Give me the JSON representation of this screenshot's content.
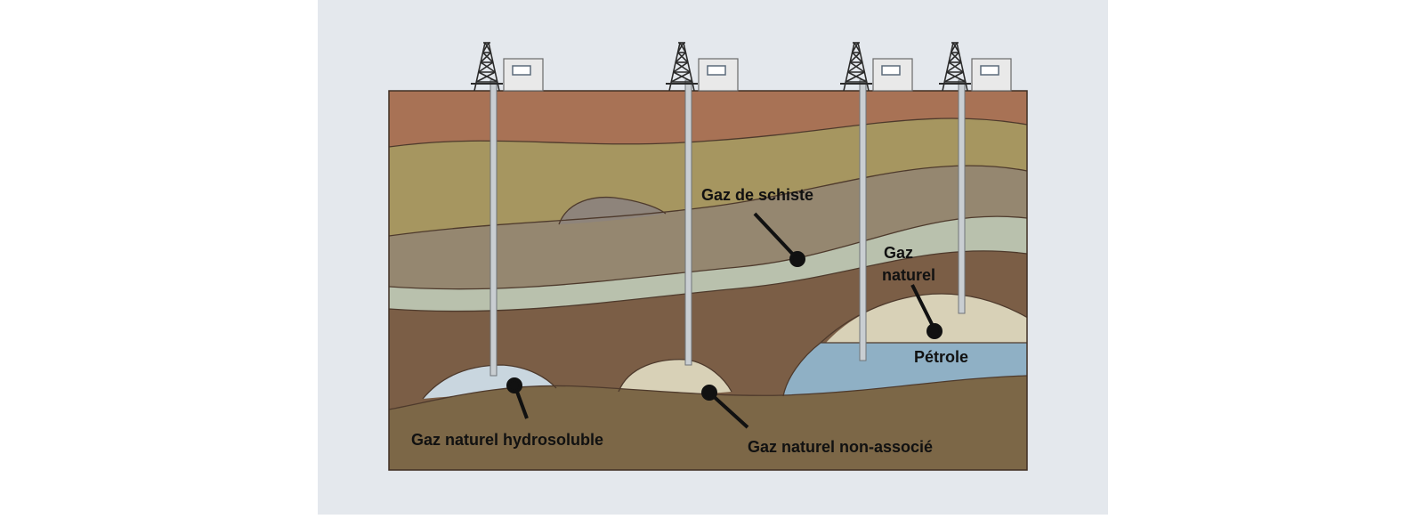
{
  "labels": {
    "shale_gas": "Gaz de schiste",
    "natural_gas_line1": "Gaz",
    "natural_gas_line2": "naturel",
    "oil": "Pétrole",
    "water_soluble_gas": "Gaz naturel hydrosoluble",
    "non_associated_gas": "Gaz naturel non-associé"
  },
  "colors": {
    "panel_background": "#e4e8ed",
    "topsoil": "#a87255",
    "olive_layer": "#a69660",
    "shale_layer": "#958770",
    "pale_band": "#b9c1ad",
    "deep_rock": "#7b5e46",
    "basement": "#7c6747",
    "gas_dome": "#d8d1b7",
    "water_gas_dome": "#c9d6df",
    "oil": "#8fb0c5",
    "grey_dome": "#8e847b",
    "pipe": "#c9ced2",
    "pointer": "#111111"
  }
}
